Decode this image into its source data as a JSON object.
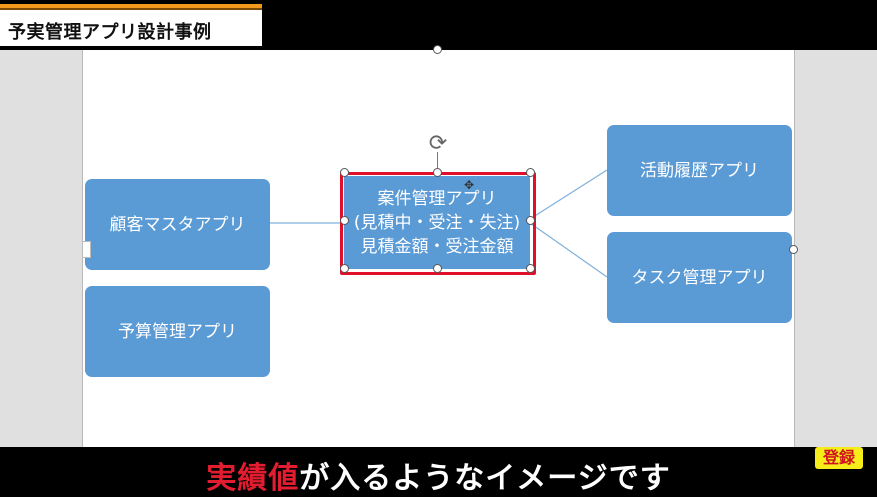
{
  "video": {
    "title": "予実管理アプリ設計事例",
    "subtitle_highlight": "実績値",
    "subtitle_rest": "が入るようなイメージです",
    "subscribe_badge": "登録"
  },
  "diagram": {
    "nodes": {
      "customer_master": "顧客マスタアプリ",
      "budget": "予算管理アプリ",
      "project_line1": "案件管理アプリ",
      "project_line2": "(見積中・受注・失注)",
      "project_line3": "見積金額・受注金額",
      "activity_history": "活動履歴アプリ",
      "task": "タスク管理アプリ"
    },
    "selected_node": "project",
    "connectors": [
      [
        "customer_master",
        "project"
      ],
      [
        "project",
        "activity_history"
      ],
      [
        "project",
        "task"
      ]
    ]
  },
  "colors": {
    "box_fill": "#5b9bd5",
    "selection_border": "#e0102b",
    "connector": "#7fb0dc",
    "title_accent": "#f39a1c",
    "subtitle_highlight": "#e21d2f",
    "badge_bg": "#f5ec1a"
  },
  "icons": [
    "rotate-icon",
    "move-cursor-icon"
  ]
}
